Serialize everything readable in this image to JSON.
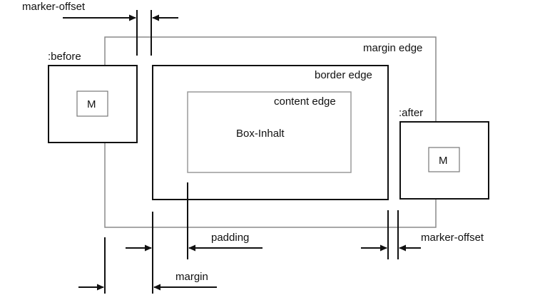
{
  "labels": {
    "marker_offset_top": "marker-offset",
    "before": ":before",
    "margin_edge": "margin edge",
    "border_edge": "border edge",
    "content_edge": "content edge",
    "box_content": "Box-Inhalt",
    "after": ":after",
    "marker_before": "M",
    "marker_after": "M",
    "padding": "padding",
    "marker_offset_bottom": "marker-offset",
    "margin": "margin"
  },
  "colors": {
    "ink": "#111111",
    "margin_line": "#8a8a8a",
    "content_line": "#9a9a9a",
    "marker_line": "#777777"
  }
}
